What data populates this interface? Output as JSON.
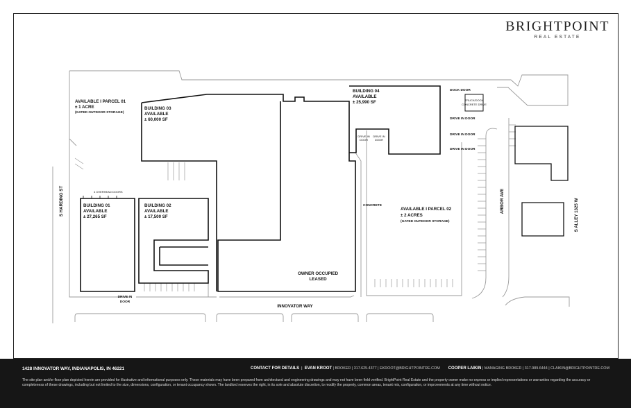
{
  "logo": {
    "brand": "BRIGHTPOINT",
    "sub": "REAL ESTATE"
  },
  "plan": {
    "parcel01": {
      "l1": "AVAILABLE I PARCEL 01",
      "l2": "±  1 ACRE",
      "l3": "(GATED OUTDOOR STORAGE)"
    },
    "b03": {
      "l1": "BUILDING 03",
      "l2": "AVAILABLE",
      "l3": "± 60,000 SF"
    },
    "b04": {
      "l1": "BUILDING 04",
      "l2": "AVAILABLE",
      "l3": "± 25,990 SF"
    },
    "b01": {
      "l1": "BUILDING 01",
      "l2": "AVAILABLE",
      "l3": "± 27,265 SF"
    },
    "b02": {
      "l1": "BUILDING 02",
      "l2": "AVAILABLE",
      "l3": "± 17,500 SF"
    },
    "parcel02": {
      "l1": "AVAILABLE I PARCEL 02",
      "l2": "±  2 ACRES",
      "l3": "(GATED OUTDOOR STORAGE)"
    },
    "owner": {
      "l1": "OWNER OCCUPIED",
      "l2": "LEASED"
    },
    "dock_door": "DOCK DOOR",
    "truck_dock": {
      "l1": "TRUCK/DOCK",
      "l2": "CONCRETE DRIVE"
    },
    "drive_in_door": "DRIVE IN DOOR",
    "drive_in_short": {
      "l1": "DRIVE IN",
      "l2": "DOOR"
    },
    "concrete": "CONCRETE",
    "overhead": "4 OVERHEAD DOORS",
    "streets": {
      "harding": "S HARDING ST",
      "innovator": "INNOVATOR WAY",
      "arbor": "ARBOR AVE",
      "alley": "S ALLEY 1325 W"
    }
  },
  "footer": {
    "address": "1428 INNOVATOR WAY, INDIANAPOLIS, IN 46221",
    "contact_label": "CONTACT FOR DETAILS",
    "c1_name": "EVAN KROOT",
    "c1_info": "BROKER | 317.625.4377 | EKROOT@BRIGHTPOINTRE.COM",
    "c2_name": "COOPER LAIKIN",
    "c2_info": "MANAGING BROKER | 317.989.6444 | CLAIKIN@BRIGHTPOINTRE.COM",
    "disclaimer": "The site plan and/or floor plan depicted herein are provided for illustrative and informational purposes only. These materials may have been prepared from architectural and engineering drawings and may not have been field verified. BrightPoint Real Estate and the property owner make no express or implied representations or warranties regarding the accuracy or completeness of these drawings, including but not limited to the size, dimensions, configuration, or tenant occupancy shown. The landlord reserves the right, in its sole and absolute discretion, to modify the property, common areas, tenant mix, configuration, or improvements at any time without notice."
  }
}
